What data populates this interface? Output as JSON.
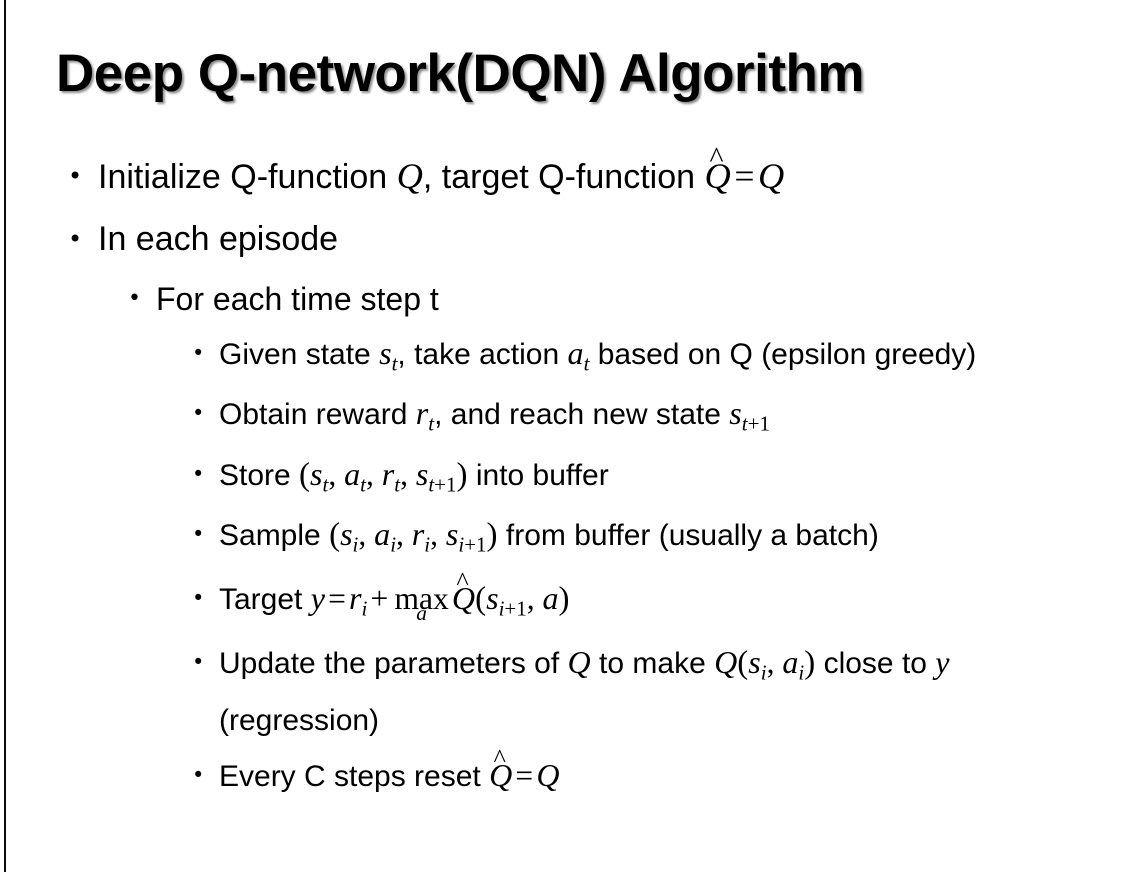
{
  "slide": {
    "title": "Deep Q-network(DQN) Algorithm",
    "background_color": "#ffffff",
    "text_color": "#000000",
    "edge_rule_color": "#0d0d0d",
    "bullet_glyph": "•"
  },
  "content": {
    "l1_initialize": {
      "prefix": "Initialize Q-function ",
      "var_q": "Q",
      "mid": ", target Q-function ",
      "hat_q": "Q",
      "hat_accent": "^",
      "equals": "=",
      "var_q2": "Q"
    },
    "l1_episode": {
      "text": "In each episode"
    },
    "l2_timestep": {
      "text": "For each time step t"
    },
    "l3_given": {
      "p1": "Given state ",
      "s": "s",
      "s_sub": "t",
      "p2": ", take action ",
      "a": "a",
      "a_sub": "t",
      "p3": " based on Q (epsilon greedy)"
    },
    "l3_obtain": {
      "p1": "Obtain reward ",
      "r": "r",
      "r_sub": "t",
      "p2": ", and reach new state ",
      "s": "s",
      "s_sub_var": "t",
      "s_sub_plus": "+1"
    },
    "l3_store": {
      "p1": "Store ",
      "open": "(",
      "s1": "s",
      "s1_sub": "t",
      "c1": ", ",
      "a1": "a",
      "a1_sub": "t",
      "c2": ", ",
      "r1": "r",
      "r1_sub": "t",
      "c3": ", ",
      "s2": "s",
      "s2_sub_var": "t",
      "s2_sub_plus": "+1",
      "close": ")",
      "p2": " into buffer"
    },
    "l3_sample": {
      "p1": "Sample ",
      "open": "(",
      "s1": "s",
      "s1_sub": "i",
      "c1": ", ",
      "a1": "a",
      "a1_sub": "i",
      "c2": ", ",
      "r1": "r",
      "r1_sub": "i",
      "c3": ", ",
      "s2": "s",
      "s2_sub_var": "i",
      "s2_sub_plus": "+1",
      "close": ")",
      "p2": " from buffer (usually a batch)"
    },
    "l3_target": {
      "p1": "Target ",
      "y": "y",
      "equals": "=",
      "r": "r",
      "r_sub": "i",
      "plus": "+",
      "max_op": "max",
      "max_limit": "a",
      "hat_q": "Q",
      "hat_accent": "^",
      "open": "(",
      "s": "s",
      "s_sub_var": "i",
      "s_sub_plus": "+1",
      "comma": ", ",
      "a": "a",
      "close": ")"
    },
    "l3_update": {
      "p1": "Update the parameters of ",
      "q1": "Q",
      "p2": " to make ",
      "q2": "Q",
      "open": "(",
      "s": "s",
      "s_sub": "i",
      "comma": ", ",
      "a": "a",
      "a_sub": "i",
      "close": ")",
      "p3": " close to ",
      "y": "y",
      "p4": " (regression)"
    },
    "l3_reset": {
      "p1": "Every C steps reset ",
      "hat_q": "Q",
      "hat_accent": "^",
      "equals": "=",
      "q": "Q"
    }
  }
}
